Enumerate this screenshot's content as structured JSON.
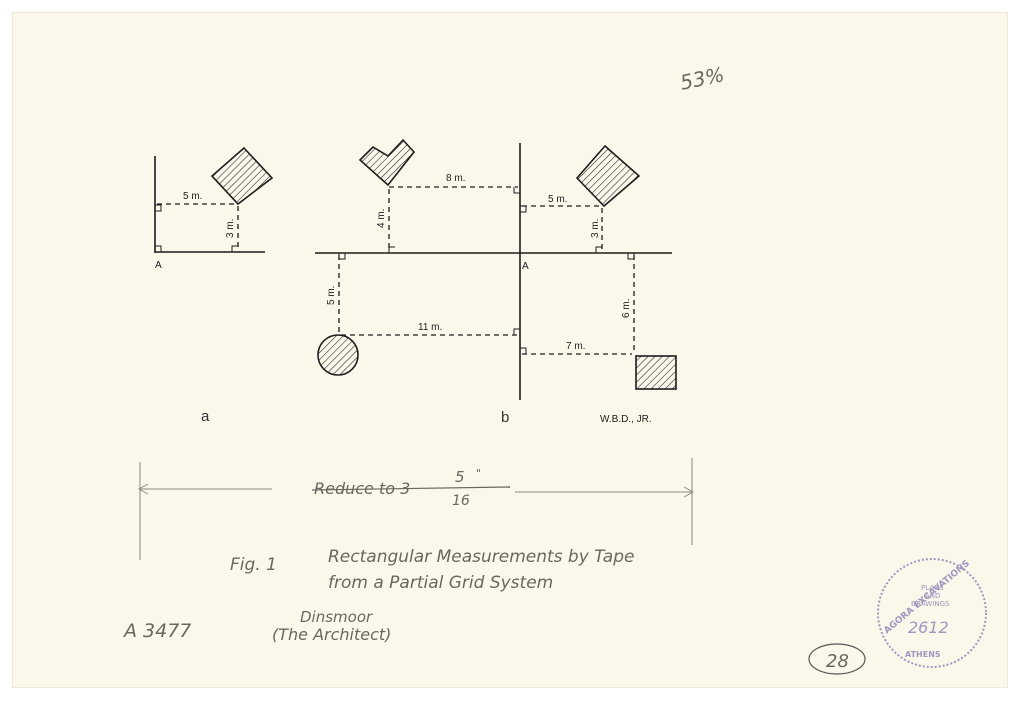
{
  "percent_note": "53%",
  "diagram_a": {
    "label": "a",
    "point": "A",
    "offsets": [
      "5 m.",
      "3 m."
    ]
  },
  "diagram_b": {
    "label": "b",
    "point": "A",
    "offsets": [
      "8 m.",
      "4 m.",
      "5 m.",
      "3 m.",
      "5 m.",
      "11 m.",
      "6 m.",
      "7 m."
    ]
  },
  "initials": "W.B.D., JR.",
  "scale_note": {
    "struck": "Reduce to 3",
    "numerator": "5",
    "denominator": "16",
    "unit": "\""
  },
  "caption": {
    "fig": "Fig. 1",
    "line1": "Rectangular Measurements by Tape",
    "line2": "from a Partial Grid System",
    "author": "Dinsmoor",
    "author_note": "(The Architect)"
  },
  "catalog_number": "A 3477",
  "page_number": "28",
  "stamp": {
    "outer": "AGORA EXCAVATIONS",
    "inner": [
      "PLANS",
      "AND",
      "DRAWINGS"
    ],
    "number": "2612",
    "city": "ATHENS"
  }
}
